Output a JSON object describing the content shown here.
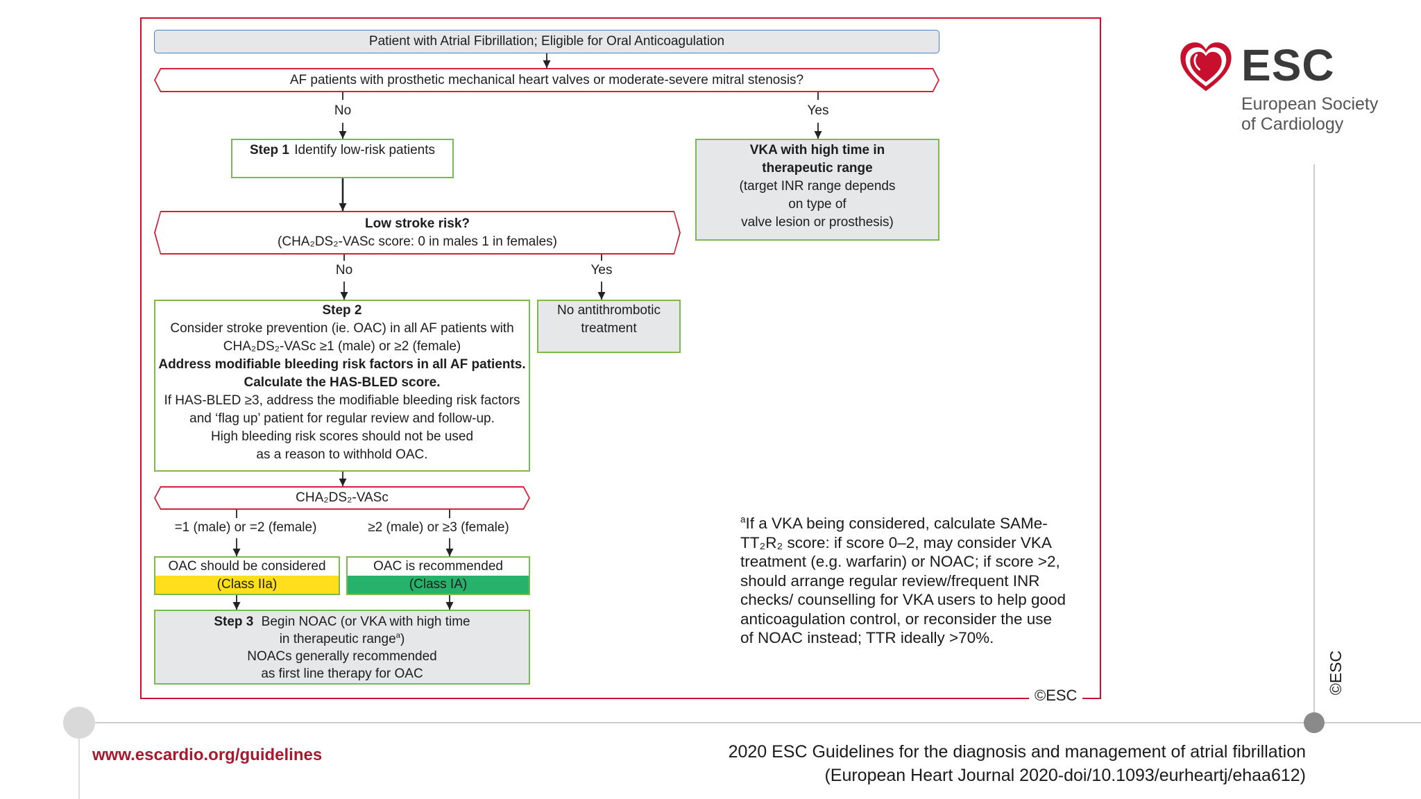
{
  "colors": {
    "frame_red": "#c8102e",
    "decision_red": "#d0223a",
    "start_border_blue": "#4a7fc1",
    "box_green_border": "#7cb84e",
    "box_gray_fill": "#e6e7e8",
    "class_iia_yellow": "#ffdf1b",
    "class_ia_green": "#26b26b",
    "url_red": "#a6192e",
    "esc_red": "#c8102e"
  },
  "logo": {
    "icon": "esc-heart-icon",
    "abbr": "ESC",
    "line1": "European Society",
    "line2": "of Cardiology"
  },
  "flowchart": {
    "start": "Patient with Atrial Fibrillation; Eligible for Oral Anticoagulation",
    "q1": "AF patients with prosthetic mechanical heart valves or moderate-severe mitral stenosis?",
    "q1_no": "No",
    "q1_yes": "Yes",
    "step1": {
      "label": "Step 1",
      "text": "Identify low-risk patients"
    },
    "vka": {
      "lines": [
        "VKA with high time in",
        "therapeutic range",
        "(target INR range depends",
        "on type of",
        "valve lesion or prosthesis)"
      ]
    },
    "q2": {
      "title": "Low stroke risk?",
      "detail": "(CHA₂DS₂-VASc score: 0 in males 1 in females)"
    },
    "q2_no": "No",
    "q2_yes": "Yes",
    "step2": {
      "lines": [
        "Step 2",
        "Consider stroke prevention (ie. OAC) in all AF patients with",
        "CHA₂DS₂-VASc ≥1 (male) or ≥2 (female)",
        "Address modifiable bleeding risk factors in all AF patients.",
        "Calculate the HAS-BLED score.",
        "If HAS-BLED ≥3, address the modifiable bleeding risk factors",
        "and ‘flag up’ patient for regular review and follow-up.",
        "High bleeding risk scores should not be used",
        "as a reason to withhold OAC."
      ]
    },
    "no_antithrombotic": {
      "lines": [
        "No antithrombotic",
        "treatment"
      ]
    },
    "score_box": "CHA₂DS₂-VASc",
    "branch_low": "=1 (male) or =2 (female)",
    "branch_high": "≥2 (male) or ≥3 (female)",
    "oac_considered": {
      "text": "OAC should be considered",
      "class": "(Class IIa)"
    },
    "oac_recommended": {
      "text": "OAC is recommended",
      "class": "(Class IA)"
    },
    "step3": {
      "label": "Step 3",
      "line1": "Begin NOAC (or VKA with high time",
      "line2_text": "in therapeutic range",
      "line2_marker": "a",
      "line2_end": ")",
      "line3": "NOACs generally recommended",
      "line4": "as first line therapy for OAC"
    },
    "copyright": "©ESC"
  },
  "footnote": {
    "marker": "a",
    "lines": [
      "If a VKA being considered, calculate SAMe-",
      "TT₂R₂ score: if score 0–2, may consider VKA",
      "treatment (e.g. warfarin) or NOAC; if score >2,",
      "should arrange regular review/frequent INR",
      "checks/ counselling for VKA users to help good",
      "anticoagulation control, or reconsider the use",
      "of NOAC instead; TTR ideally >70%."
    ]
  },
  "footer": {
    "url": "www.escardio.org/guidelines",
    "title": "2020 ESC Guidelines for the diagnosis and management of atrial fibrillation",
    "citation": "(European Heart Journal 2020-doi/10.1093/eurheartj/ehaa612)"
  },
  "side_copyright": "©ESC"
}
